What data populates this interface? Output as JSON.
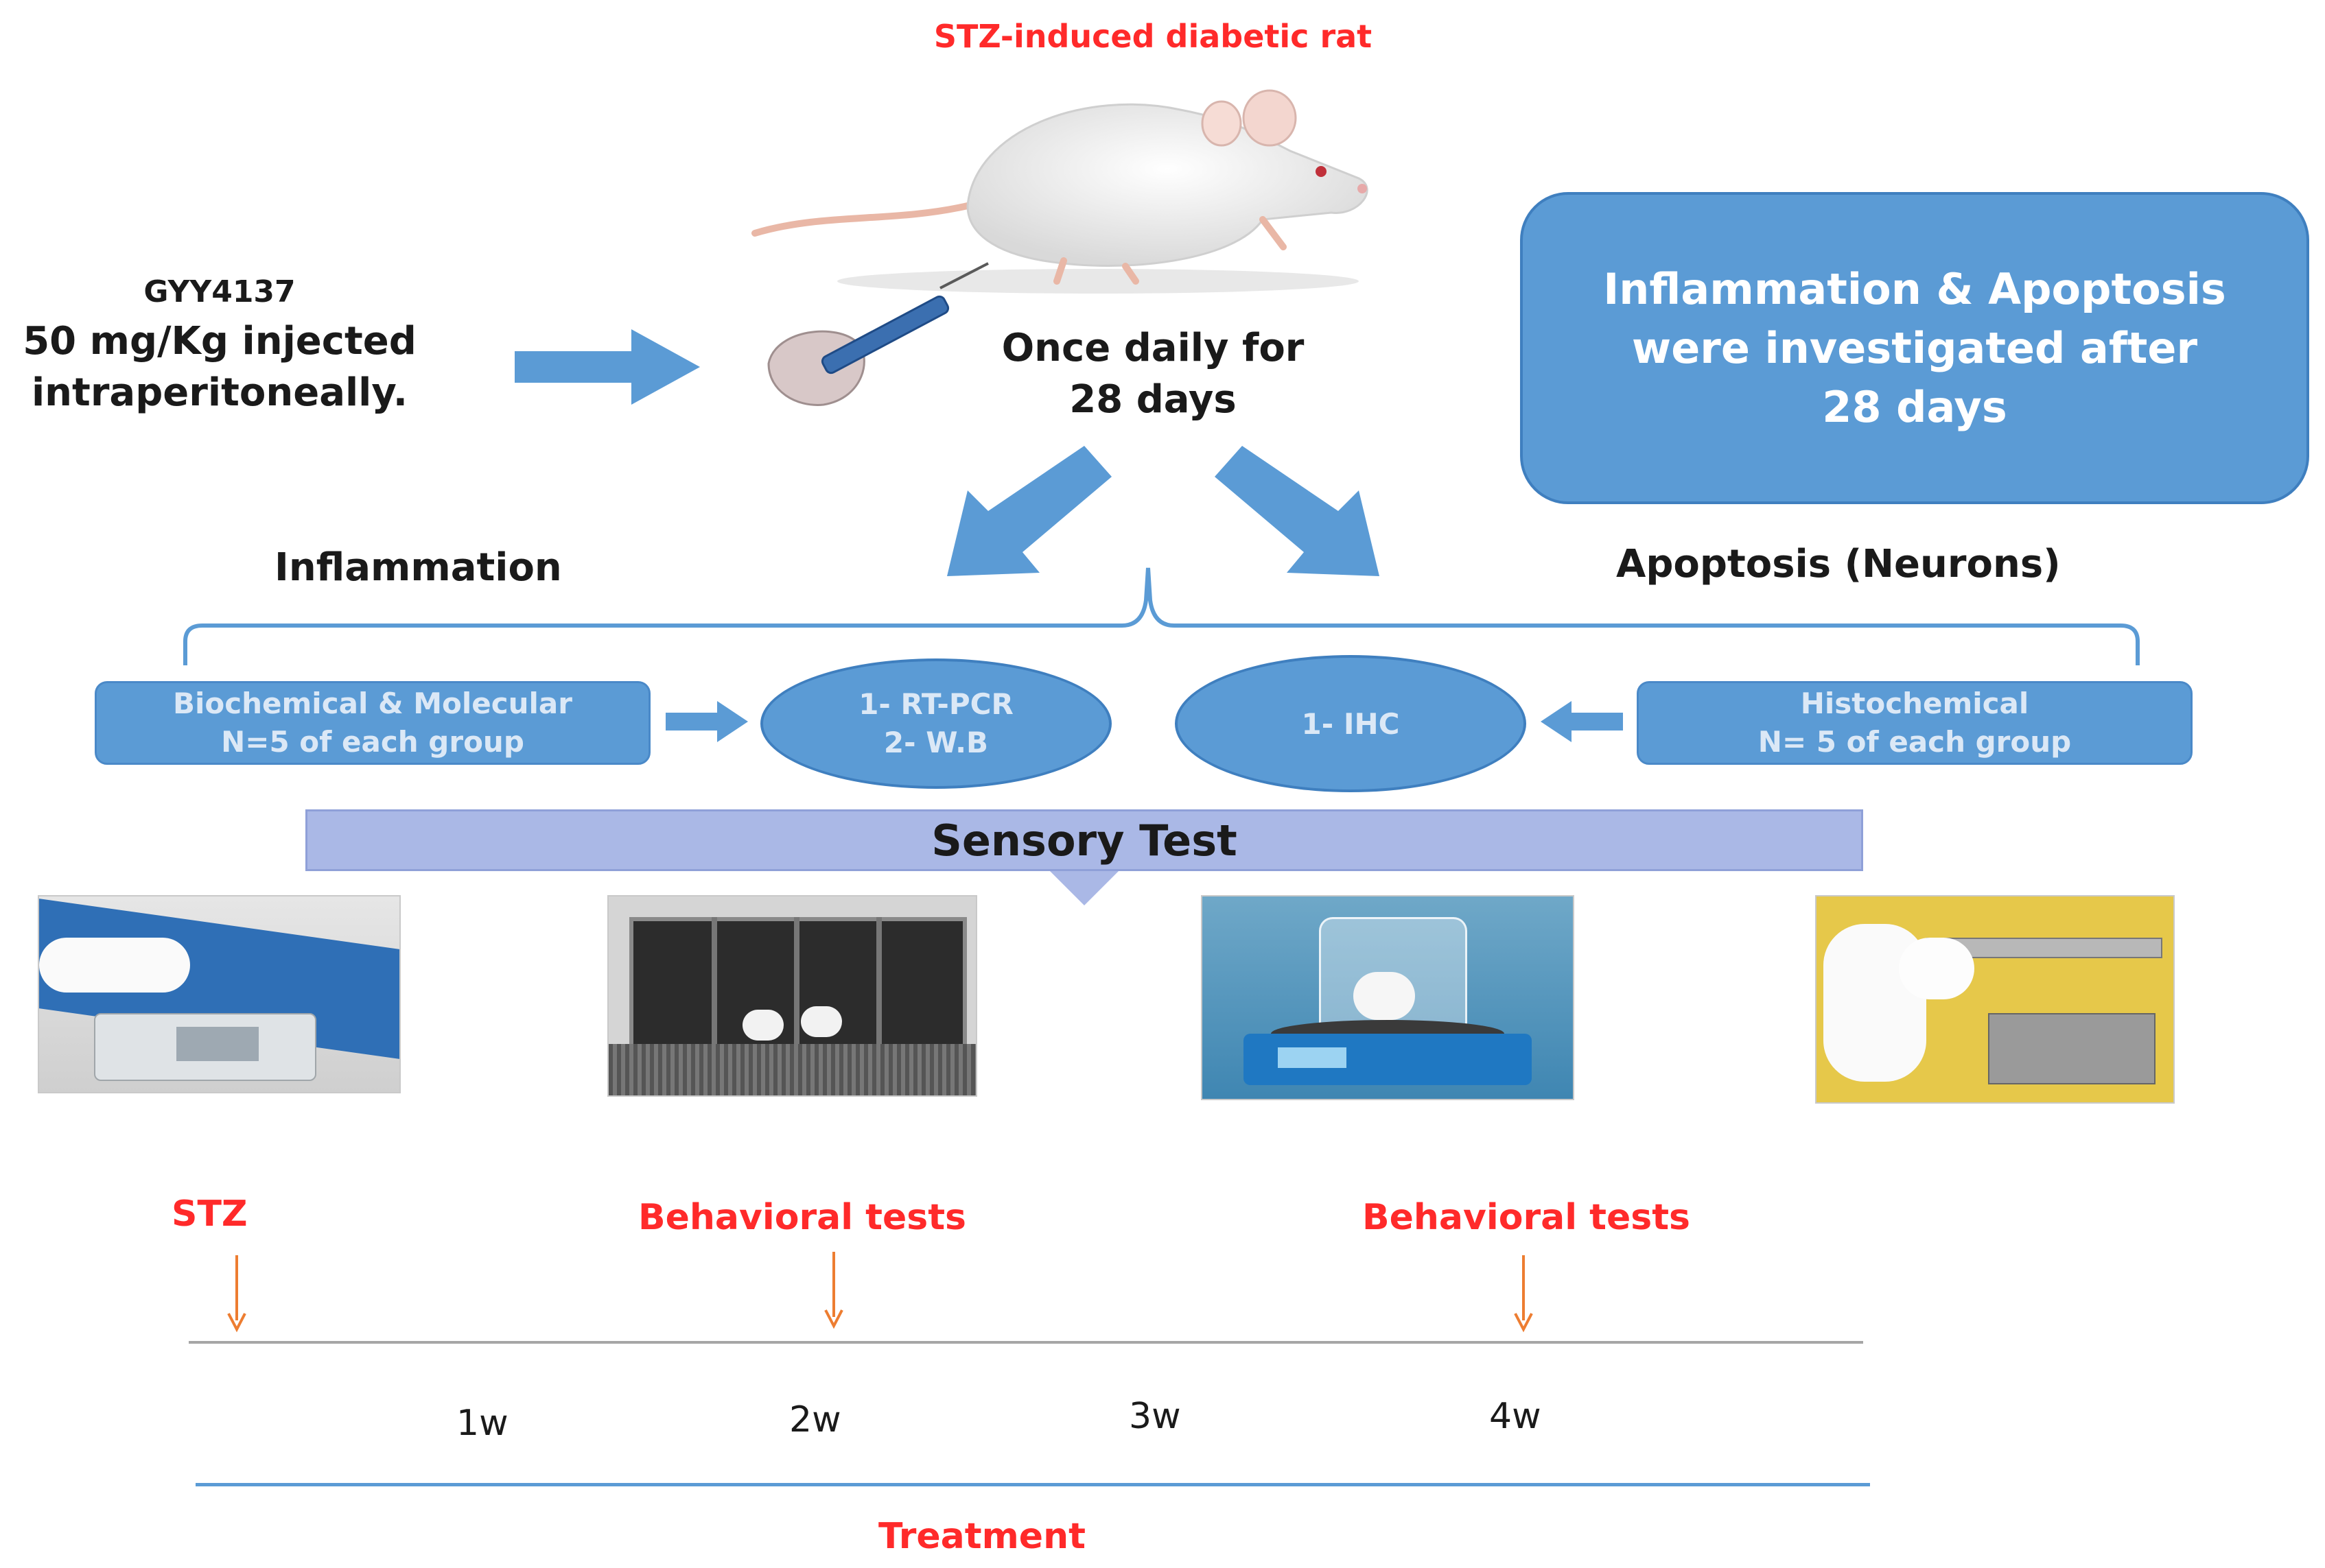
{
  "title": "STZ-induced diabetic rat",
  "treatment": {
    "compound": "GYY4137",
    "dose_line1": "50 mg/Kg injected",
    "dose_line2": "intraperitoneally.",
    "schedule_line1": "Once daily for",
    "schedule_line2": "28 days"
  },
  "info_box": {
    "line1": "Inflammation & Apoptosis",
    "line2": "were investigated after",
    "line3": "28 days"
  },
  "branches": {
    "left": "Inflammation",
    "right": "Apoptosis (Neurons)"
  },
  "left_group": {
    "line1": "Biochemical & Molecular",
    "line2": "N=5 of each group"
  },
  "left_methods": {
    "line1": "1- RT-PCR",
    "line2": "2- W.B"
  },
  "right_methods": {
    "line1": "1- IHC"
  },
  "right_group": {
    "line1": "Histochemical",
    "line2": "N= 5 of each group"
  },
  "sensory_banner": "Sensory Test",
  "timeline": {
    "events": [
      {
        "label": "STZ",
        "week": 0
      },
      {
        "label": "Behavioral tests",
        "week": 2
      },
      {
        "label": "Behavioral tests",
        "week": 4
      }
    ],
    "ticks": [
      "1w",
      "2w",
      "3w",
      "4w"
    ],
    "bottom_label": "Treatment"
  },
  "colors": {
    "box_blue": "#5b9bd5",
    "arrow_blue": "#5b9bd5",
    "banner": "#aab8e6",
    "red_text": "#ff2a2a",
    "event_arrow": "#ed7d31",
    "treatment_line": "#5b9bd5"
  },
  "icons": [
    "rat-image",
    "syringe-image",
    "sensory-device-photo"
  ]
}
